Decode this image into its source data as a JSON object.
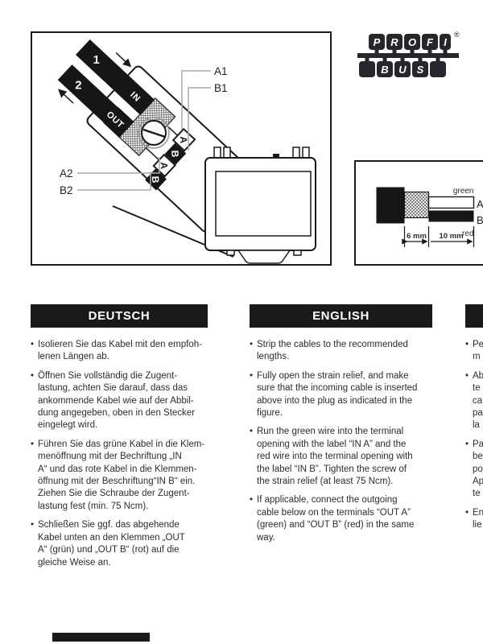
{
  "ui": {
    "bullet": "•",
    "registered": "®"
  },
  "logo": {
    "top_letters": [
      "P",
      "R",
      "O",
      "F",
      "I"
    ],
    "bottom_letters": [
      "",
      "B",
      "U",
      "S",
      ""
    ]
  },
  "connector_diagram": {
    "cable1": "1",
    "cable2": "2",
    "in_label": "IN",
    "out_label": "OUT",
    "term_a": "A",
    "term_b": "B",
    "callout_a1": "A1",
    "callout_b1": "B1",
    "callout_a2": "A2",
    "callout_b2": "B2"
  },
  "strip_diagram": {
    "green_label": "green",
    "red_label": "red",
    "wire_a": "A",
    "wire_b": "B",
    "dim_shield": "6 mm",
    "dim_wire": "10 mm"
  },
  "colors": {
    "ink": "#1a1a1a",
    "header_bar": "#191919",
    "leader_gray": "#aaaaaa",
    "logo_dark": "#26262c"
  },
  "sections": [
    {
      "header": "DEUTSCH",
      "bullets": [
        "Isolieren Sie das Kabel mit den empfoh-\nlenen Längen ab.",
        "Öffnen Sie vollständig die Zugent-\nlastung, achten Sie darauf, dass das\nankommende Kabel wie auf der Abbil-\ndung angegeben, oben in den Stecker\neingelegt wird.",
        "Führen Sie das grüne Kabel in die Klem-\nmenöffnung mit der Bechriftung „IN\nA“ und das rote Kabel in die Klemmen-\nöffnung mit der Beschriftung“IN B“ ein.\nZiehen Sie die Schraube der Zugent-\nlastung fest (min. 75 Ncm).",
        "Schließen Sie ggf. das abgehende\nKabel unten an den Klemmen „OUT\nA“ (grün) und „OUT B“ (rot) auf die\ngleiche Weise an."
      ]
    },
    {
      "header": "ENGLISH",
      "bullets": [
        "Strip the cables to the recommended\nlengths.",
        "Fully open the strain relief, and make\nsure that the incoming cable is inserted\nabove into the plug as indicated in the\nfigure.",
        "Run the green wire into the terminal\nopening with the label “IN A” and the\nred wire into the terminal opening with\nthe label “IN B”. Tighten the screw of\nthe strain relief (at least 75 Ncm).",
        "If applicable, connect the outgoing\ncable below on the terminals “OUT A”\n(green) and “OUT B” (red) in the same\nway."
      ]
    },
    {
      "header": "",
      "bullets": [
        "Pe\nm",
        "Ab\nte\nca\npa\nla",
        "Pa\nbe\npo\nAp\nte",
        "En\nlie"
      ]
    }
  ]
}
